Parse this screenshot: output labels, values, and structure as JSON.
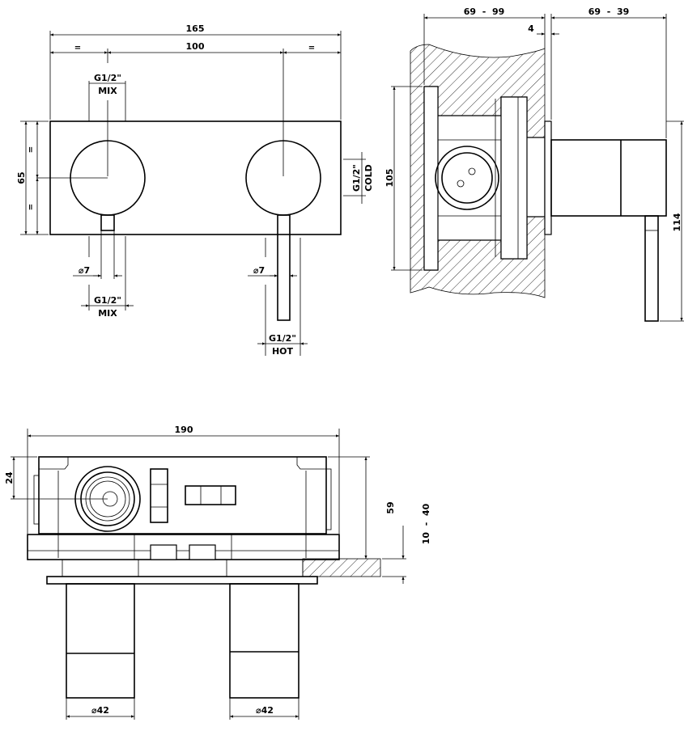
{
  "front_view": {
    "overall_width": "165",
    "spacing": "100",
    "equal_mark": "=",
    "height": "65",
    "mix_top_size": "G1/2\"",
    "mix_top_label": "MIX",
    "cold_size": "G1/2\"",
    "cold_label": "COLD",
    "lever_dia_left": "⌀7",
    "lever_dia_right": "⌀7",
    "mix_bottom_size": "G1/2\"",
    "mix_bottom_label": "MIX",
    "hot_size": "G1/2\"",
    "hot_label": "HOT"
  },
  "side_view": {
    "depth_in_wall": "69  -  99",
    "depth_out_wall": "69  -  39",
    "plate_thickness": "4",
    "box_height": "105",
    "lever_height": "114"
  },
  "top_view": {
    "overall_width": "190",
    "center_offset": "24",
    "depth": "59",
    "wall_range": "10  -  40",
    "cyl_dia_left": "⌀42",
    "cyl_dia_right": "⌀42"
  }
}
